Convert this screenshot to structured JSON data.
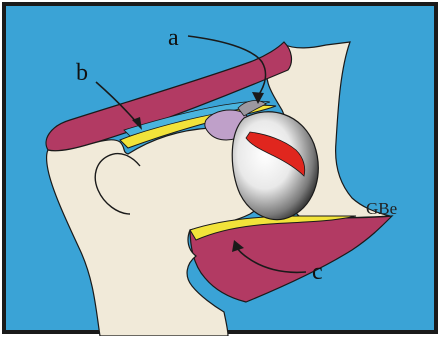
{
  "figure": {
    "labels": {
      "a": "a",
      "b": "b",
      "c": "c",
      "author": "GBe"
    }
  },
  "colors": {
    "background": "#3aa3d6",
    "border": "#1a1a1a",
    "bone": "#f1ead9",
    "muscle": "#b23a63",
    "ligament": "#f2e33a",
    "cartilage": "#4ab4de",
    "lavender": "#bfa0c9",
    "highlight_red": "#e0261e"
  }
}
